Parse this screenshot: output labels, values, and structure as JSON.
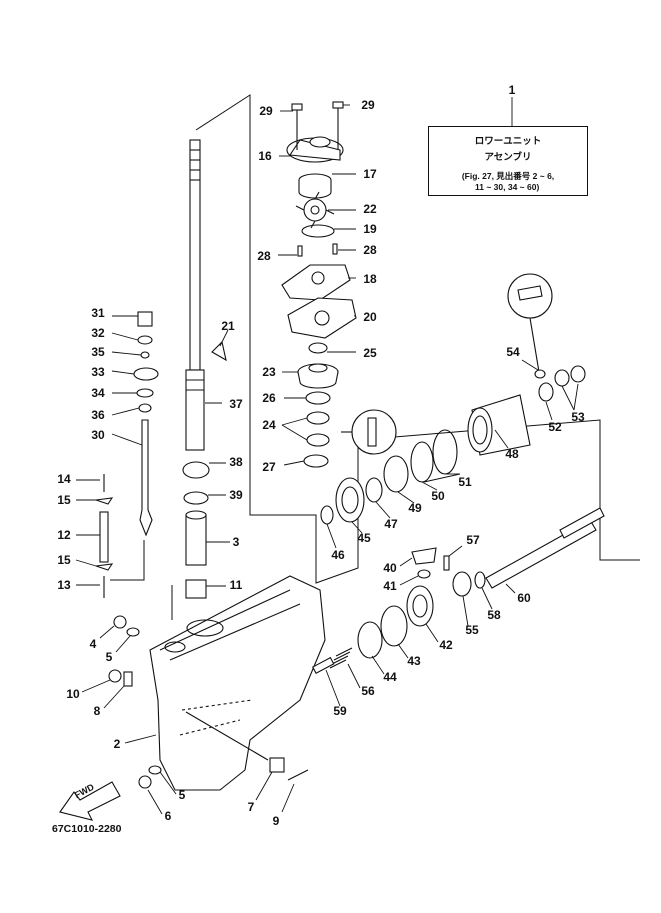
{
  "callout": {
    "number": "1",
    "line1": "ロワーユニット",
    "line2": "アセンブリ",
    "line3": "(Fig. 27, 見出番号 2 ~ 6,",
    "line4": "11 ~ 30, 34 ~ 60)"
  },
  "fwd_label": "FWD",
  "diagram_code": "67C1010-2280",
  "part_labels": [
    {
      "id": "29a",
      "text": "29"
    },
    {
      "id": "29b",
      "text": "29"
    },
    {
      "id": "16",
      "text": "16"
    },
    {
      "id": "17",
      "text": "17"
    },
    {
      "id": "22",
      "text": "22"
    },
    {
      "id": "19",
      "text": "19"
    },
    {
      "id": "28a",
      "text": "28"
    },
    {
      "id": "28b",
      "text": "28"
    },
    {
      "id": "18",
      "text": "18"
    },
    {
      "id": "20",
      "text": "20"
    },
    {
      "id": "21",
      "text": "21"
    },
    {
      "id": "25",
      "text": "25"
    },
    {
      "id": "23",
      "text": "23"
    },
    {
      "id": "26",
      "text": "26"
    },
    {
      "id": "37",
      "text": "37"
    },
    {
      "id": "24",
      "text": "24"
    },
    {
      "id": "27",
      "text": "27"
    },
    {
      "id": "38",
      "text": "38"
    },
    {
      "id": "39",
      "text": "39"
    },
    {
      "id": "3",
      "text": "3"
    },
    {
      "id": "11",
      "text": "11"
    },
    {
      "id": "31",
      "text": "31"
    },
    {
      "id": "32",
      "text": "32"
    },
    {
      "id": "35",
      "text": "35"
    },
    {
      "id": "33",
      "text": "33"
    },
    {
      "id": "34",
      "text": "34"
    },
    {
      "id": "36",
      "text": "36"
    },
    {
      "id": "30",
      "text": "30"
    },
    {
      "id": "14",
      "text": "14"
    },
    {
      "id": "15a",
      "text": "15"
    },
    {
      "id": "12",
      "text": "12"
    },
    {
      "id": "15b",
      "text": "15"
    },
    {
      "id": "13",
      "text": "13"
    },
    {
      "id": "4",
      "text": "4"
    },
    {
      "id": "5a",
      "text": "5"
    },
    {
      "id": "10",
      "text": "10"
    },
    {
      "id": "8",
      "text": "8"
    },
    {
      "id": "2",
      "text": "2"
    },
    {
      "id": "5b",
      "text": "5"
    },
    {
      "id": "6",
      "text": "6"
    },
    {
      "id": "7",
      "text": "7"
    },
    {
      "id": "9",
      "text": "9"
    },
    {
      "id": "54",
      "text": "54"
    },
    {
      "id": "53",
      "text": "53"
    },
    {
      "id": "52",
      "text": "52"
    },
    {
      "id": "48",
      "text": "48"
    },
    {
      "id": "51",
      "text": "51"
    },
    {
      "id": "50",
      "text": "50"
    },
    {
      "id": "49",
      "text": "49"
    },
    {
      "id": "47",
      "text": "47"
    },
    {
      "id": "45",
      "text": "45"
    },
    {
      "id": "46",
      "text": "46"
    },
    {
      "id": "57",
      "text": "57"
    },
    {
      "id": "40",
      "text": "40"
    },
    {
      "id": "41",
      "text": "41"
    },
    {
      "id": "60",
      "text": "60"
    },
    {
      "id": "58",
      "text": "58"
    },
    {
      "id": "55",
      "text": "55"
    },
    {
      "id": "42",
      "text": "42"
    },
    {
      "id": "43",
      "text": "43"
    },
    {
      "id": "44",
      "text": "44"
    },
    {
      "id": "56",
      "text": "56"
    },
    {
      "id": "59",
      "text": "59"
    }
  ]
}
